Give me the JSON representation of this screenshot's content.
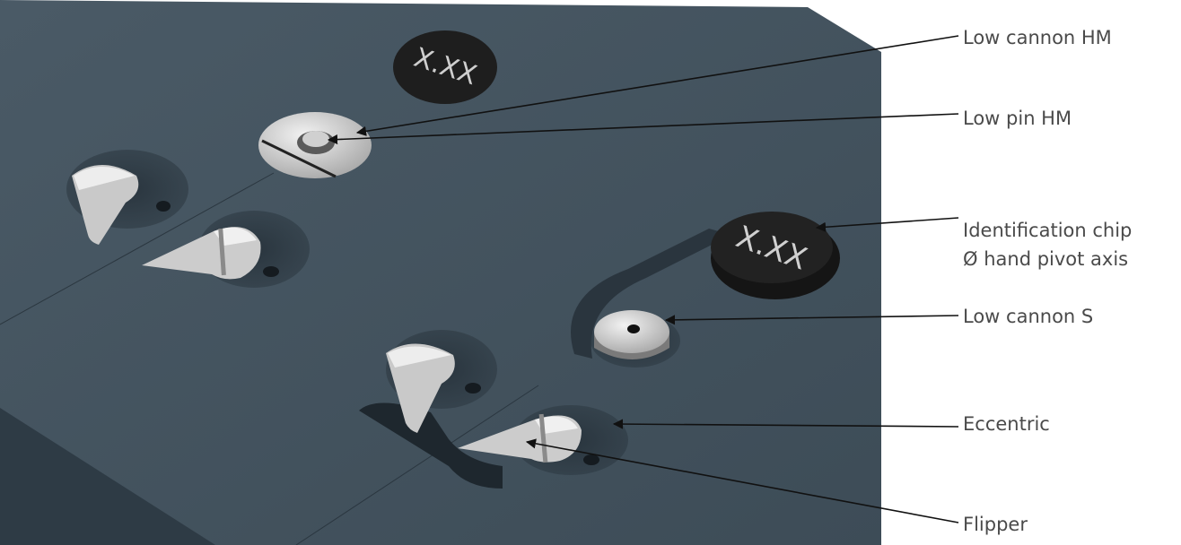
{
  "colors": {
    "plate": "#44535f",
    "plate_dark": "#3a4853",
    "plate_side": "#2e3b45",
    "label_text": "#4a4a4a",
    "leader": "#111111",
    "metal": "#d9d9d9",
    "chip": "#1c1c1c"
  },
  "chips": [
    {
      "text": "X.XX"
    },
    {
      "text": "X.XX"
    }
  ],
  "labels": {
    "low_cannon_hm": "Low cannon HM",
    "low_pin_hm": "Low pin HM",
    "identification_chip": "Identification chip",
    "hand_pivot_axis": "Ø hand pivot axis",
    "low_cannon_s": "Low cannon S",
    "eccentric": "Eccentric",
    "flipper": "Flipper"
  }
}
